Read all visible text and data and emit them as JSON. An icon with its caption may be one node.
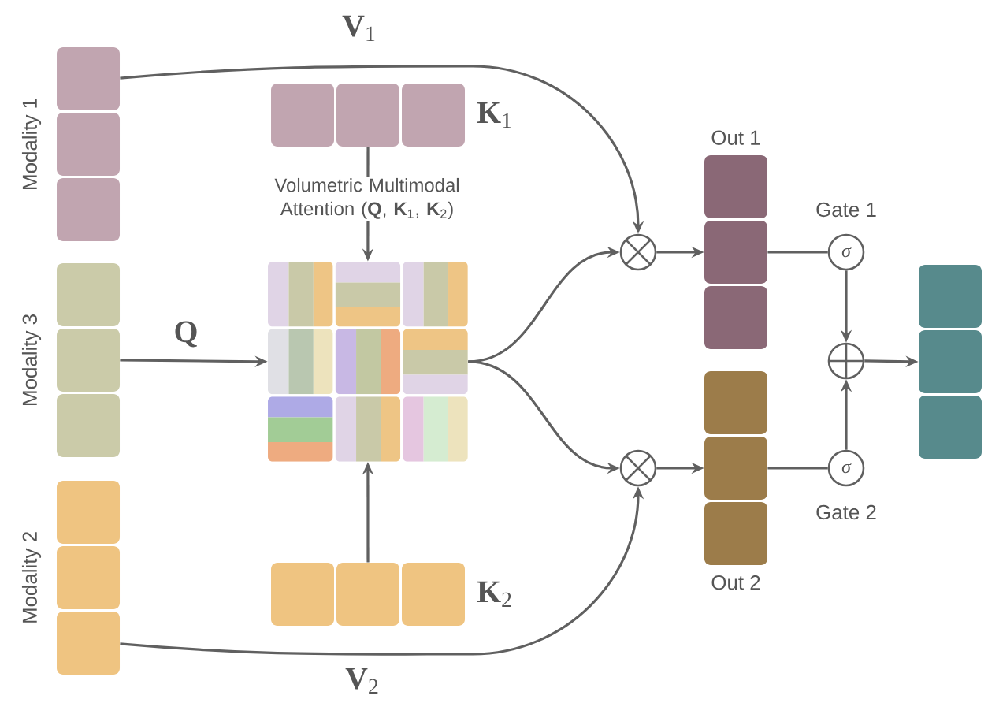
{
  "diagram": {
    "nodes": [
      {
        "text": [
          "Modality 1"
        ]
      },
      {
        "text": [
          "Modality 3"
        ]
      },
      {
        "text": [
          "Modality 2"
        ]
      },
      {
        "text": [
          "**K**$_{1}$"
        ]
      },
      {
        "text": [],
        "shape": "grid"
      },
      {
        "text": [
          "**K**$_{2}$"
        ]
      },
      {
        "text": [],
        "shape": "circle"
      },
      {
        "text": [
          "Out 1"
        ]
      },
      {
        "text": [],
        "shape": "circle"
      },
      {
        "text": [
          "Out 2"
        ]
      },
      {
        "text": [
          "Gate 1",
          "σ"
        ]
      },
      {
        "text": [
          "σ",
          "Gate 2"
        ]
      },
      {
        "text": [],
        "shape": "circle"
      },
      {
        "text": [],
        "shape": "box"
      }
    ],
    "edges": [
      {
        "from": 0,
        "to": 6,
        "arrow": "to",
        "label": "**V**$_{1}$"
      },
      {
        "from": 3,
        "to": 4,
        "arrow": "to",
        "label": "Volumetric Multimodal Attention (**Q**, **K**$_{1}$, **K**$_{2}$)"
      },
      {
        "from": 1,
        "to": 4,
        "arrow": "to",
        "label": "**Q**"
      },
      {
        "from": 5,
        "to": 4,
        "arrow": "to"
      },
      {
        "from": 4,
        "to": 6,
        "arrow": "to"
      },
      {
        "from": 4,
        "to": 8,
        "arrow": "to"
      },
      {
        "from": 2,
        "to": 8,
        "arrow": "to",
        "label": "**V**$_{2}$"
      },
      {
        "from": 6,
        "to": 7,
        "arrow": "to"
      },
      {
        "from": 8,
        "to": 9,
        "arrow": "to"
      },
      {
        "from": 7,
        "to": 10,
        "arrow": "none"
      },
      {
        "from": 9,
        "to": 11,
        "arrow": "none"
      },
      {
        "from": 10,
        "to": 12,
        "arrow": "to"
      },
      {
        "from": 11,
        "to": 12,
        "arrow": "to"
      },
      {
        "from": 12,
        "to": 13,
        "arrow": "to"
      }
    ]
  }
}
